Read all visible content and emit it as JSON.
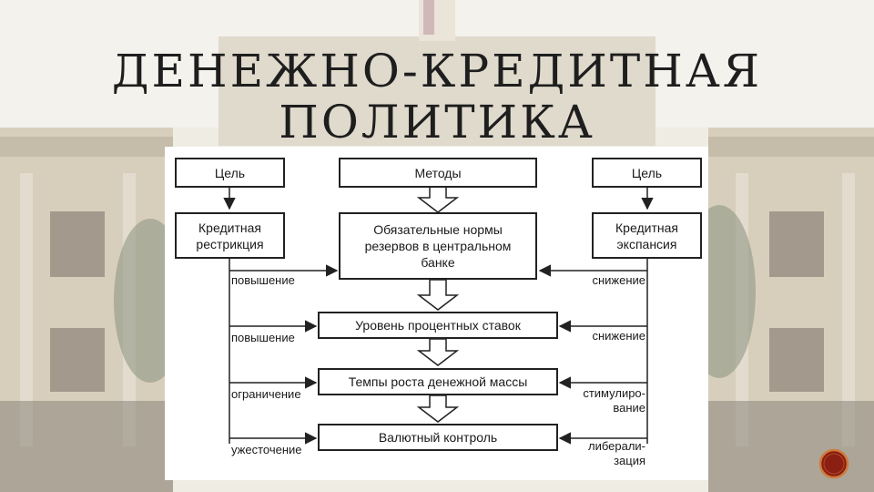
{
  "title": {
    "line1": "ДЕНЕЖНО-КРЕДИТНАЯ",
    "line2": "ПОЛИТИКА"
  },
  "diagram": {
    "left_goal": "Цель",
    "methods": "Методы",
    "right_goal": "Цель",
    "left_target": "Кредитная рестрикция",
    "right_target": "Кредитная экспансия",
    "steps": [
      "Обязательные нормы резервов в центральном банке",
      "Уровень процентных ставок",
      "Темпы роста денежной массы",
      "Валютный контроль"
    ],
    "left_labels": [
      "повышение",
      "повышение",
      "ограничение",
      "ужесточение"
    ],
    "right_labels": [
      "снижение",
      "снижение",
      "стимулиро-вание",
      "либерали-зация"
    ]
  }
}
